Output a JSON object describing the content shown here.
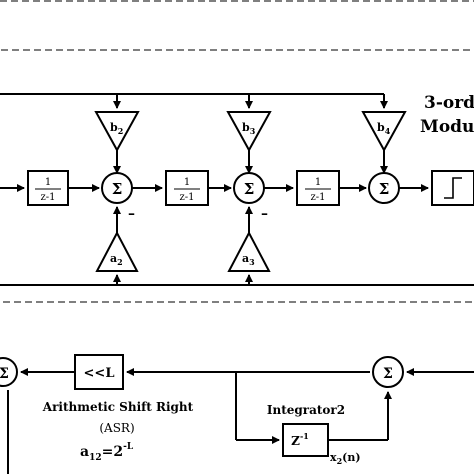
{
  "module": {
    "title_line1": "3-ord",
    "title_line2": "Modu"
  },
  "integrators": [
    {
      "num": "1",
      "den": "z-1"
    },
    {
      "num": "1",
      "den": "z-1"
    },
    {
      "num": "1",
      "den": "z-1"
    }
  ],
  "sums": [
    "Σ",
    "Σ",
    "Σ"
  ],
  "feedforward_gains": [
    "b2",
    "b3",
    "b4"
  ],
  "feedback_gains": [
    "a2",
    "a3"
  ],
  "minus_signs": [
    "–",
    "–"
  ],
  "bottom": {
    "shift_box_label": "<<L",
    "asr_line1": "Arithmetic Shift Right",
    "asr_line2": "(ASR)",
    "asr_formula": "a12=2^-L",
    "integrator2_label": "Integrator2",
    "delay_box_label": "Z^-1",
    "output_label": "x2(n)",
    "sum_symbols": [
      "Σ",
      "Σ"
    ]
  }
}
